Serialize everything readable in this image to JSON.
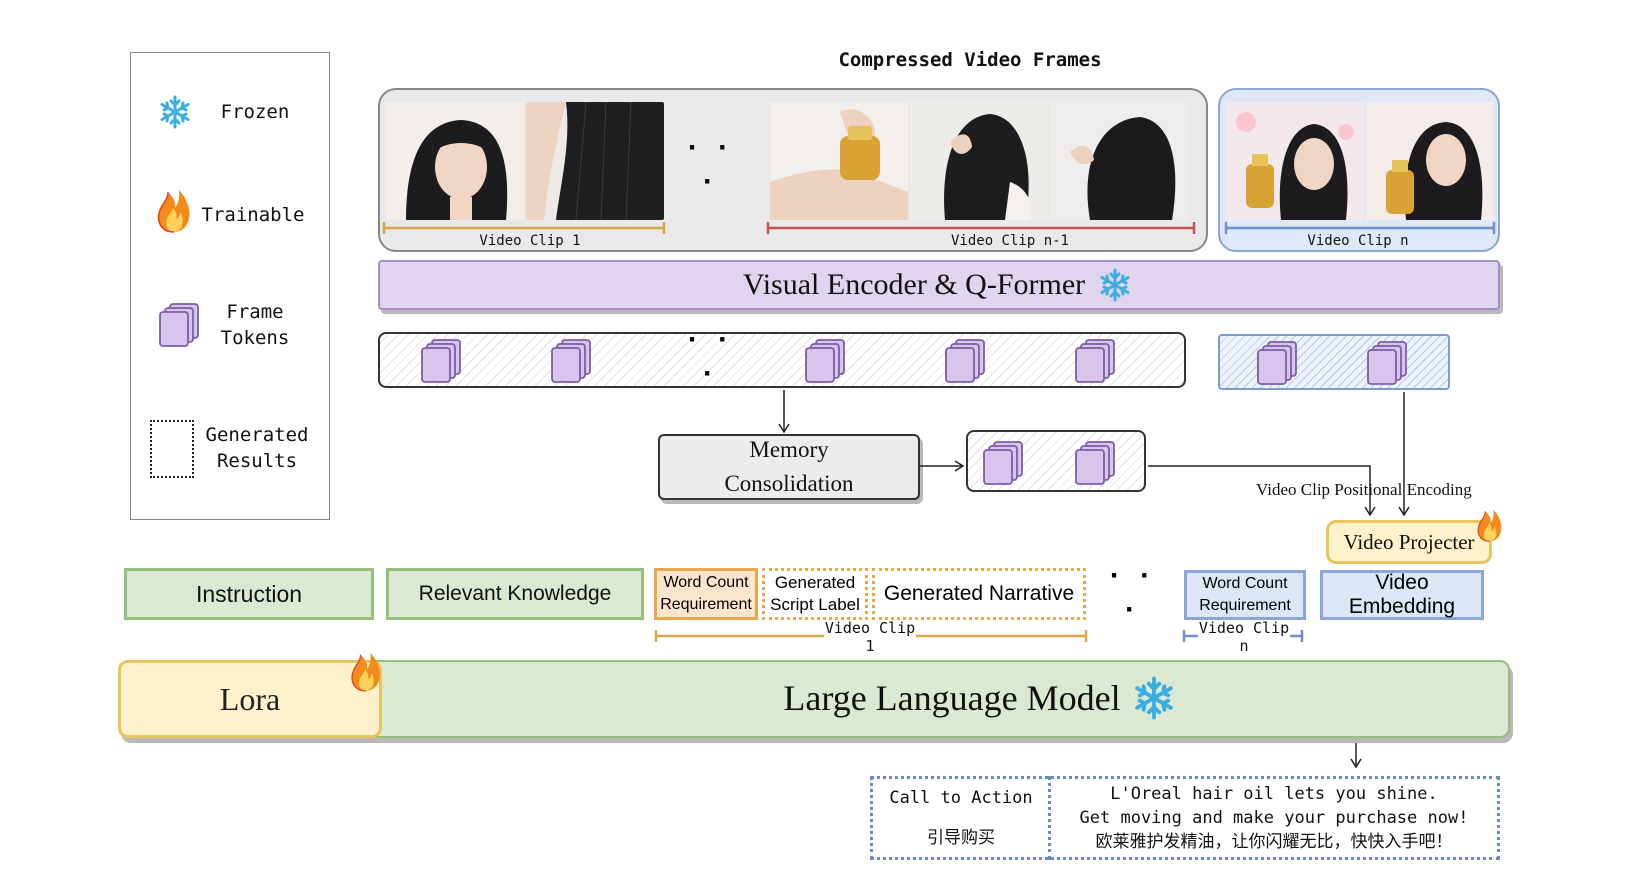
{
  "legend": {
    "frozen": "Frozen",
    "trainable": "Trainable",
    "frame_tokens_1": "Frame",
    "frame_tokens_2": "Tokens",
    "generated_1": "Generated",
    "generated_2": "Results"
  },
  "frames": {
    "title": "Compressed Video Frames",
    "ellipsis": "· · ·",
    "clip1": "Video Clip 1",
    "clip_n1": "Video Clip n-1",
    "clip_n": "Video Clip n"
  },
  "encoder": {
    "label": "Visual Encoder & Q-Former"
  },
  "tokens": {
    "ellipsis": "· · ·"
  },
  "memory": {
    "line1": "Memory",
    "line2": "Consolidation"
  },
  "positional": {
    "label": "Video Clip Positional Encoding"
  },
  "projecter": {
    "label": "Video Projecter"
  },
  "inputs": {
    "instruction": "Instruction",
    "knowledge": "Relevant Knowledge",
    "word_count_1": "Word Count",
    "word_count_2": "Requirement",
    "script_1": "Generated",
    "script_2": "Script Label",
    "narrative": "Generated Narrative",
    "ellipsis": "· · ·",
    "wc_n_1": "Word Count",
    "wc_n_2": "Requirement",
    "video_embedding": "Video Embedding",
    "span_clip1": "Video Clip 1",
    "span_clipn": "Video Clip n"
  },
  "llm": {
    "label": "Large Language Model",
    "lora": "Lora"
  },
  "output": {
    "left_en": "Call to Action",
    "left_cn": "引导购买",
    "line1": "L'Oreal hair oil lets you shine.",
    "line2": "Get moving and make your purchase now!",
    "line3": "欧莱雅护发精油，让你闪耀无比，快快入手吧！"
  },
  "colors": {
    "frozen": "#3aaee0",
    "fire_outer": "#f28a1c",
    "fire_inner": "#ffd35a",
    "token_fill": "#d9c5ec",
    "token_stroke": "#7a5ea8",
    "clip1": "#d7a94a",
    "clip_n1": "#c9524c",
    "clip_n": "#6f8fcc"
  },
  "icons": [
    "snowflake-icon",
    "fire-icon",
    "frame-tokens-icon",
    "dotted-box-icon"
  ]
}
